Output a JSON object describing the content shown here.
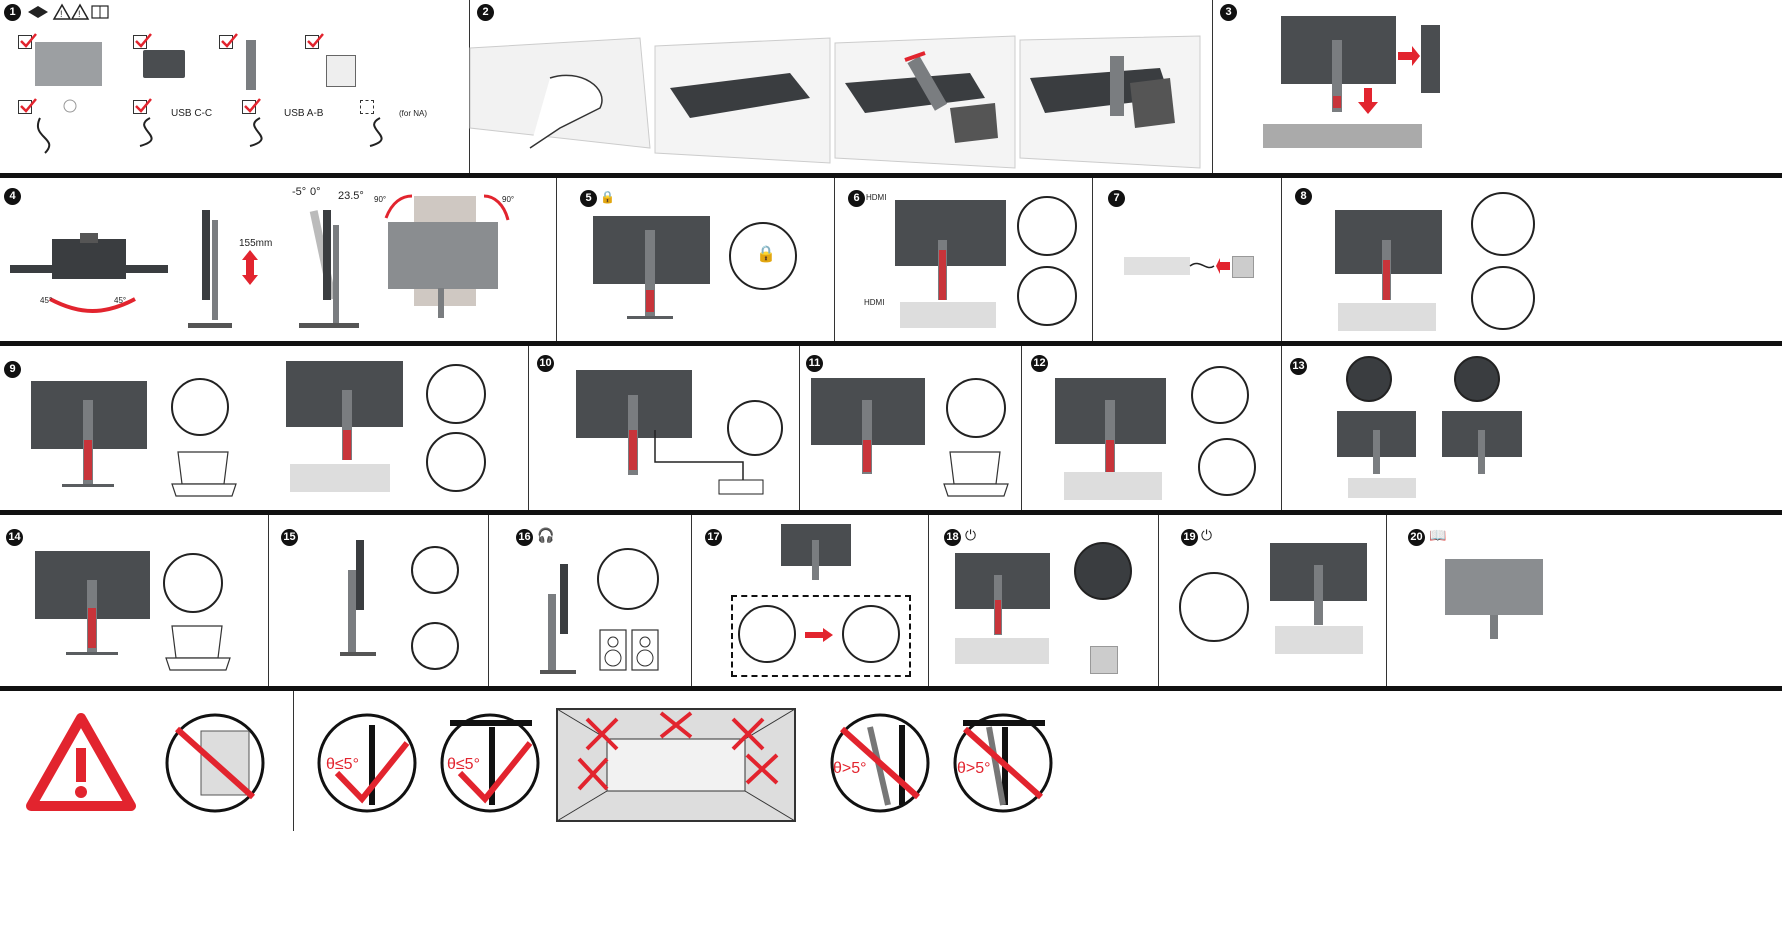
{
  "colors": {
    "accent": "#e2242e",
    "monitor": "#4a4d50",
    "stand": "#7a7d80",
    "rule": "#111111"
  },
  "steps": [
    {
      "n": "1"
    },
    {
      "n": "2"
    },
    {
      "n": "3"
    },
    {
      "n": "4"
    },
    {
      "n": "5"
    },
    {
      "n": "6"
    },
    {
      "n": "7"
    },
    {
      "n": "8"
    },
    {
      "n": "9"
    },
    {
      "n": "10"
    },
    {
      "n": "11"
    },
    {
      "n": "12"
    },
    {
      "n": "13"
    },
    {
      "n": "14"
    },
    {
      "n": "15"
    },
    {
      "n": "16"
    },
    {
      "n": "17"
    },
    {
      "n": "18"
    },
    {
      "n": "19"
    },
    {
      "n": "20"
    }
  ],
  "step1": {
    "cable_usbc": "USB C-C",
    "cable_usba": "USB A-B",
    "cable_dp": "(for NA)"
  },
  "step4": {
    "height": "155mm",
    "tilt_back": "-5°",
    "tilt_zero": "0°",
    "tilt_fwd": "23.5°",
    "swivel_left": "45°",
    "swivel_right": "45°",
    "pivot_left": "90°",
    "pivot_right": "90°"
  },
  "step6": {
    "hdmi_a": "HDMI",
    "hdmi_b": "HDMI"
  },
  "warnings": {
    "ok_a": "θ≤5°",
    "ok_b": "θ≤5°",
    "bad_a": "θ>5°",
    "bad_b": "θ>5°"
  }
}
